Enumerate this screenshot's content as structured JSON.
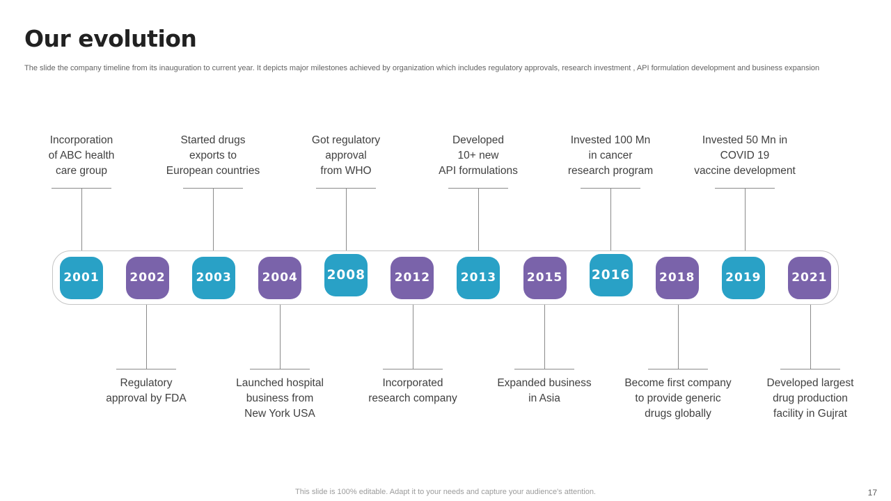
{
  "slide": {
    "title": "Our evolution",
    "subtitle": "The slide the company timeline from its inauguration to current year.  It depicts major milestones achieved by organization which includes regulatory approvals, research investment , API formulation development and business expansion",
    "footer": "This slide is 100% editable. Adapt it to your needs and capture your audience's attention.",
    "page_number": "17"
  },
  "colors": {
    "teal": "#29a1c6",
    "purple": "#7a63aa",
    "connector_gray": "#8a8a8a",
    "label_gray": "#404040"
  },
  "timeline": {
    "years": [
      {
        "year": "2001",
        "color": "teal"
      },
      {
        "year": "2002",
        "color": "purple"
      },
      {
        "year": "2003",
        "color": "teal"
      },
      {
        "year": "2004",
        "color": "purple"
      },
      {
        "year": "2008",
        "color": "teal"
      },
      {
        "year": "2012",
        "color": "purple"
      },
      {
        "year": "2013",
        "color": "teal"
      },
      {
        "year": "2015",
        "color": "purple"
      },
      {
        "year": "2016",
        "color": "teal"
      },
      {
        "year": "2018",
        "color": "purple"
      },
      {
        "year": "2019",
        "color": "teal"
      },
      {
        "year": "2021",
        "color": "purple"
      }
    ],
    "milestones_top": [
      {
        "year": "2001",
        "text": "Incorporation\nof ABC health\ncare group"
      },
      {
        "year": "2003",
        "text": "Started drugs\nexports to\nEuropean countries"
      },
      {
        "year": "2008",
        "text": "Got regulatory\napproval\nfrom WHO"
      },
      {
        "year": "2013",
        "text": "Developed\n10+ new\nAPI formulations"
      },
      {
        "year": "2016",
        "text": "Invested 100 Mn\nin cancer\nresearch program"
      },
      {
        "year": "2019",
        "text": "Invested 50 Mn in\nCOVID 19\nvaccine development"
      }
    ],
    "milestones_bottom": [
      {
        "year": "2002",
        "text": "Regulatory\napproval by FDA"
      },
      {
        "year": "2004",
        "text": "Launched hospital\nbusiness from\nNew York USA"
      },
      {
        "year": "2012",
        "text": "Incorporated\nresearch company"
      },
      {
        "year": "2015",
        "text": "Expanded business\nin Asia"
      },
      {
        "year": "2018",
        "text": "Become first company\nto provide generic\ndrugs globally"
      },
      {
        "year": "2021",
        "text": "Developed largest\ndrug production\nfacility in Gujrat"
      }
    ]
  }
}
